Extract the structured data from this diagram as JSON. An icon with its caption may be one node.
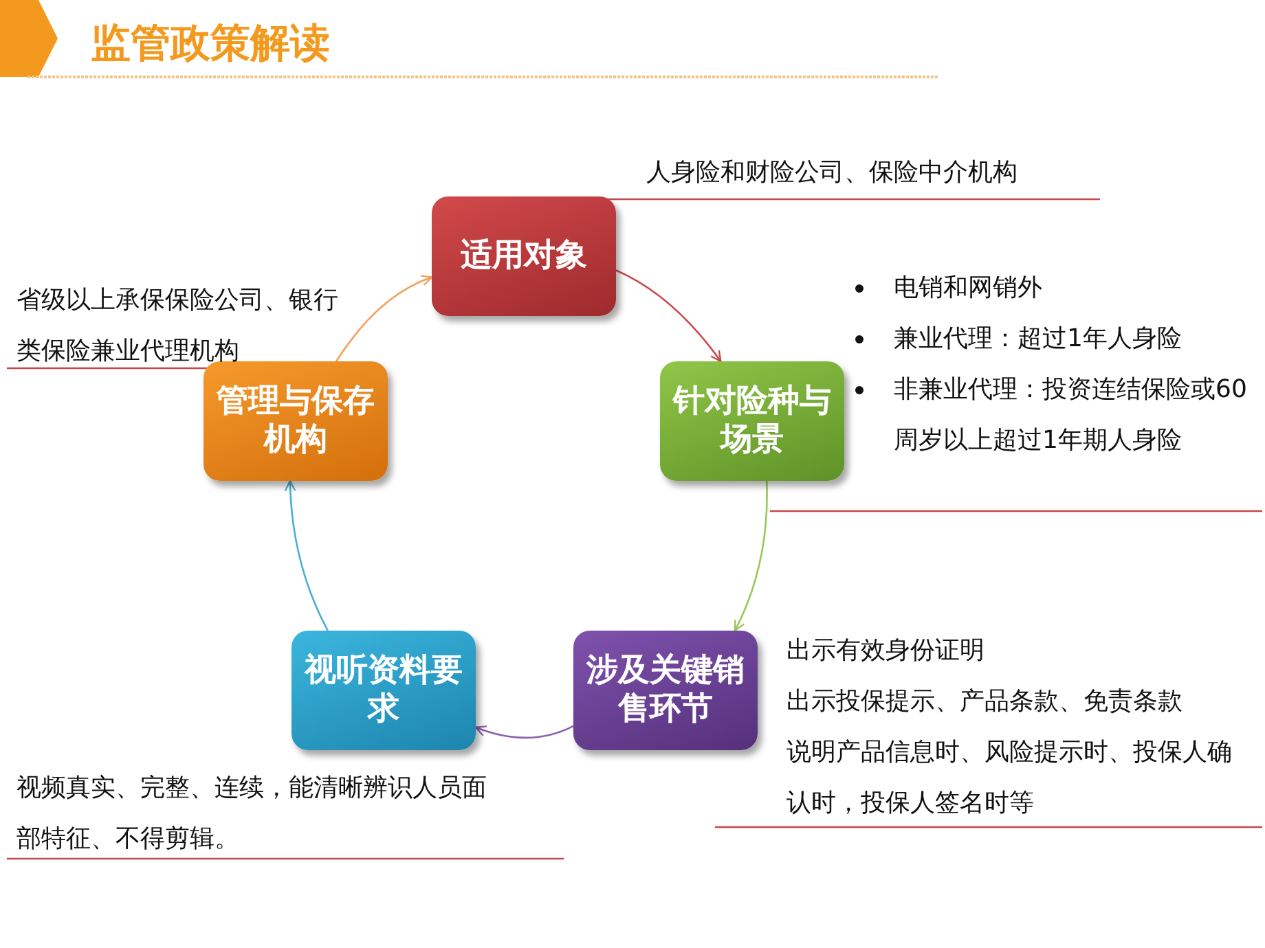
{
  "diagram": {
    "title": "监管政策解读",
    "nodes": [
      {
        "text": [
          "适用对象"
        ],
        "beside": [
          "人身险和财险公司、保险中介机构"
        ]
      },
      {
        "text": [
          "针对险种与场景"
        ],
        "beside": [
          "电销和网销外",
          "兼业代理：超过1年人身险",
          "非兼业代理：投资连结保险或60周岁以上超过1年期人身险"
        ]
      },
      {
        "text": [
          "涉及关键销售环节"
        ],
        "beside": [
          "出示有效身份证明",
          "出示投保提示、产品条款、免责条款",
          "说明产品信息时、风险提示时、投保人确认时，投保人签名时等"
        ]
      },
      {
        "text": [
          "视听资料要求"
        ],
        "beside": [
          "视频真实、完整、连续，能清晰辨识人员面部特征、不得剪辑。"
        ]
      },
      {
        "text": [
          "管理与保存机构"
        ],
        "beside": [
          "省级以上承保保险公司、银行类保险兼业代理机构"
        ]
      }
    ],
    "edges": [
      {
        "from": 0,
        "to": 1,
        "arrow": "to",
        "color": "#c9474a"
      },
      {
        "from": 1,
        "to": 2,
        "arrow": "to",
        "color": "#9cc65a"
      },
      {
        "from": 2,
        "to": 3,
        "arrow": "to",
        "color": "#8a62b0"
      },
      {
        "from": 3,
        "to": 4,
        "arrow": "to",
        "color": "#4aaed6"
      },
      {
        "from": 4,
        "to": 0,
        "arrow": "to",
        "color": "#f2a15a"
      }
    ]
  }
}
